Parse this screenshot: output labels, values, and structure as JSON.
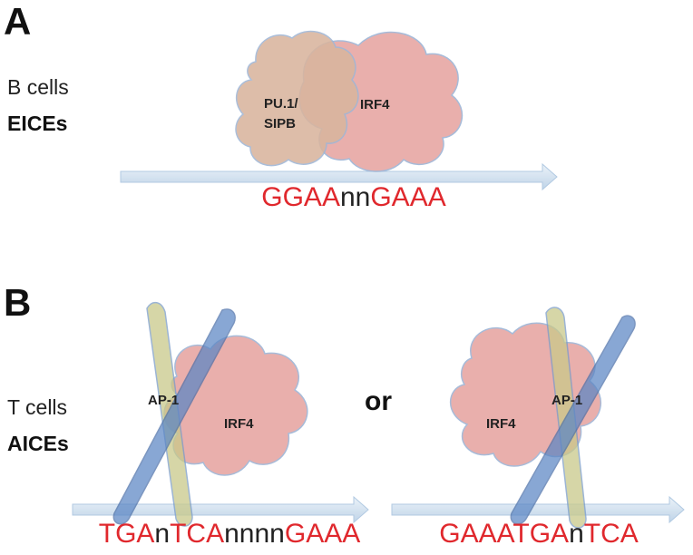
{
  "panel_a": {
    "letter": "A",
    "cell_type": "B cells",
    "element_type": "EICEs",
    "factor_1": [
      "PU.1/",
      "SIPB"
    ],
    "factor_2": "IRF4",
    "sequence": [
      {
        "text": "GGAA",
        "color": "#e0282d"
      },
      {
        "text": "nn",
        "color": "#222222"
      },
      {
        "text": "GAAA",
        "color": "#e0282d"
      }
    ]
  },
  "panel_b": {
    "letter": "B",
    "cell_type": "T cells",
    "element_type": "AICEs",
    "connector": "or",
    "left": {
      "factor_1": "AP-1",
      "factor_2": "IRF4",
      "sequence": [
        {
          "text": "TGA",
          "color": "#e0282d"
        },
        {
          "text": "n",
          "color": "#222222"
        },
        {
          "text": "TCA",
          "color": "#e0282d"
        },
        {
          "text": "nnnn",
          "color": "#222222"
        },
        {
          "text": "GAAA",
          "color": "#e0282d"
        }
      ]
    },
    "right": {
      "factor_1": "AP-1",
      "factor_2": "IRF4",
      "sequence": [
        {
          "text": "GAAATGA",
          "color": "#e0282d"
        },
        {
          "text": "n",
          "color": "#222222"
        },
        {
          "text": "TCA",
          "color": "#e0282d"
        }
      ]
    }
  },
  "colors": {
    "irf4_fill": "#e8a9a6",
    "pu1_fill": "#d9b59e",
    "ap1_blue": "#5b86c4",
    "ap1_olive": "#c9c98a",
    "dna_arrow": "#c8daea"
  }
}
